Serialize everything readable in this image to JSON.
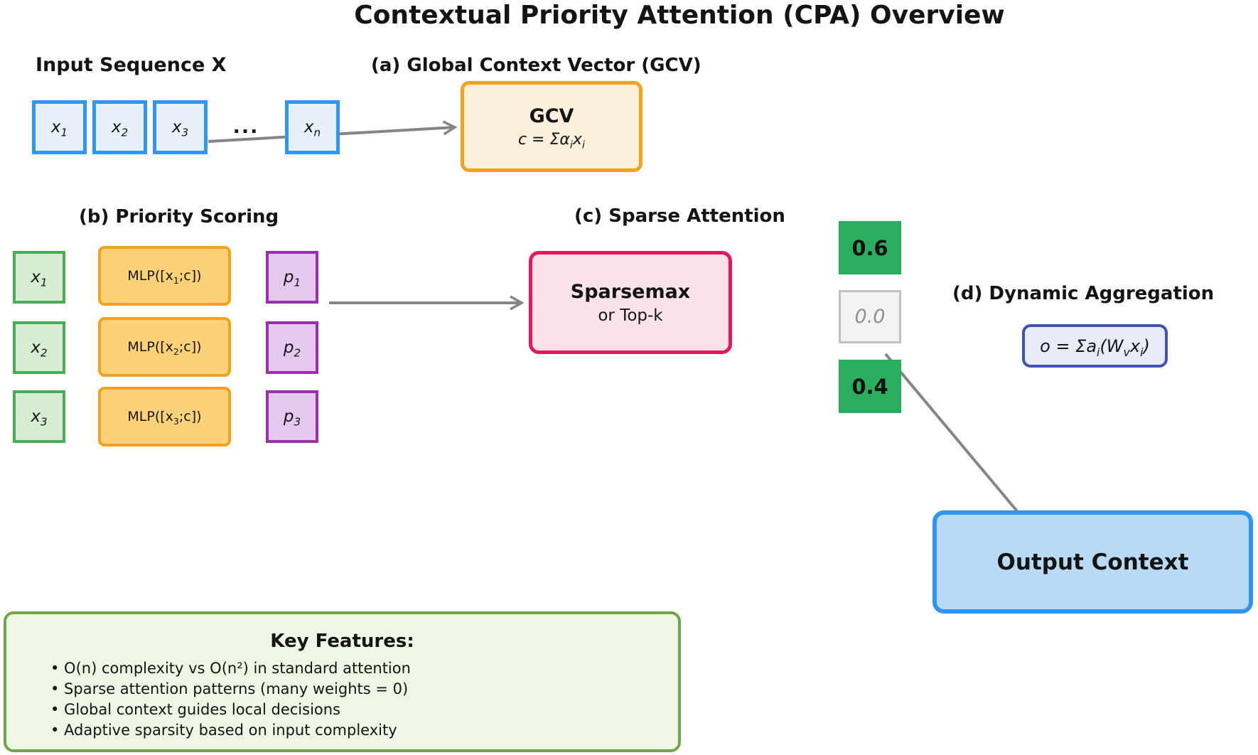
{
  "title": "Contextual Priority Attention (CPA) Overview",
  "input_sequence": {
    "label": "Input Sequence X",
    "tokens": [
      [
        {
          "t": "x"
        },
        {
          "sub": "1"
        }
      ],
      [
        {
          "t": "x"
        },
        {
          "sub": "2"
        }
      ],
      [
        {
          "t": "x"
        },
        {
          "sub": "3"
        }
      ],
      [
        {
          "t": "x"
        },
        {
          "sub": "n"
        }
      ]
    ],
    "ellipsis": "..."
  },
  "gcv": {
    "label": "(a) Global Context Vector (GCV)",
    "box_title": "GCV",
    "formula_segs": [
      {
        "t": "c = Σα"
      },
      {
        "sub": "i"
      },
      {
        "t": "x"
      },
      {
        "sub": "i"
      }
    ]
  },
  "priority_scoring": {
    "label": "(b) Priority Scoring",
    "inputs": [
      [
        {
          "t": "x"
        },
        {
          "sub": "1"
        }
      ],
      [
        {
          "t": "x"
        },
        {
          "sub": "2"
        }
      ],
      [
        {
          "t": "x"
        },
        {
          "sub": "3"
        }
      ]
    ],
    "mlps": [
      [
        {
          "t": "MLP([x"
        },
        {
          "sub": "1"
        },
        {
          "t": ";c])"
        }
      ],
      [
        {
          "t": "MLP([x"
        },
        {
          "sub": "2"
        },
        {
          "t": ";c])"
        }
      ],
      [
        {
          "t": "MLP([x"
        },
        {
          "sub": "3"
        },
        {
          "t": ";c])"
        }
      ]
    ],
    "scores": [
      [
        {
          "t": "p"
        },
        {
          "sub": "1"
        }
      ],
      [
        {
          "t": "p"
        },
        {
          "sub": "2"
        }
      ],
      [
        {
          "t": "p"
        },
        {
          "sub": "3"
        }
      ]
    ]
  },
  "sparse_attention": {
    "label": "(c) Sparse Attention",
    "box_title": "Sparsemax",
    "box_subtitle": "or Top-k",
    "weights": [
      {
        "value": "0.6",
        "state": "active"
      },
      {
        "value": "0.0",
        "state": "zero"
      },
      {
        "value": "0.4",
        "state": "active"
      }
    ]
  },
  "dynamic_aggregation": {
    "label": "(d) Dynamic Aggregation",
    "formula_segs": [
      {
        "t": "o = Σa"
      },
      {
        "sub": "i"
      },
      {
        "t": "(W"
      },
      {
        "sub": "v"
      },
      {
        "t": "x"
      },
      {
        "sub": "i"
      },
      {
        "t": ")"
      }
    ]
  },
  "output": {
    "label": "Output Context"
  },
  "key_features": {
    "title": "Key Features:",
    "items": [
      "• O(n) complexity vs O(n²) in standard attention",
      "• Sparse attention patterns (many weights = 0)",
      "• Global context guides local decisions",
      "• Adaptive sparsity based on input complexity"
    ]
  },
  "colors": {
    "input_border": "#2E97F1",
    "input_fill": "#E8F1FA",
    "gcv_border": "#F5A21B",
    "gcv_fill": "#FCF0DC",
    "green_border": "#4BAD51",
    "green_fill": "#D6ECD3",
    "mlp_border": "#F5A01E",
    "mlp_fill": "#FCD278",
    "purple_border": "#9A30AE",
    "purple_fill": "#E5C8ED",
    "sparse_border": "#E7175E",
    "sparse_fill": "#FAE2EC",
    "weight_active": "#2BAD60",
    "weight_zero_fill": "#F3F3F3",
    "agg_border": "#4053B4",
    "agg_fill": "#E9EBF8",
    "output_border": "#2E96F0",
    "output_fill": "#B9DAF5",
    "key_border": "#6FA64A",
    "key_fill": "#EFF6E6",
    "arrow": "#858585"
  }
}
